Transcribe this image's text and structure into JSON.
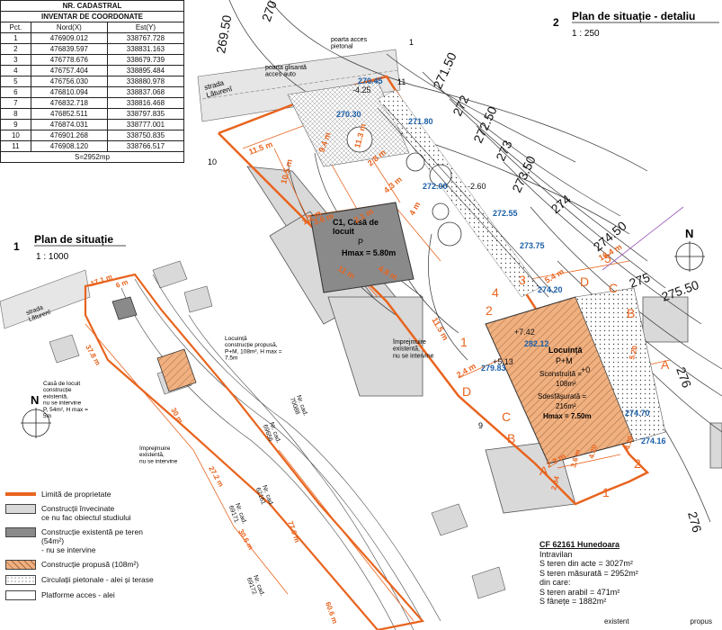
{
  "table": {
    "title1": "NR. CADASTRAL",
    "title2": "INVENTAR DE COORDONATE",
    "headers": [
      "Pct.",
      "Nord(X)",
      "Est(Y)"
    ],
    "rows": [
      [
        "1",
        "476909.012",
        "338767.728"
      ],
      [
        "2",
        "476839.597",
        "338831.163"
      ],
      [
        "3",
        "476778.676",
        "338679.739"
      ],
      [
        "4",
        "476757.404",
        "338895.484"
      ],
      [
        "5",
        "476756.030",
        "338880.978"
      ],
      [
        "6",
        "476810.094",
        "338837.068"
      ],
      [
        "7",
        "476832.718",
        "338816.468"
      ],
      [
        "8",
        "476852.511",
        "338797.835"
      ],
      [
        "9",
        "476874.031",
        "338777.001"
      ],
      [
        "10",
        "476901.268",
        "338750.835"
      ],
      [
        "11",
        "476908.120",
        "338766.517"
      ]
    ],
    "area": "S=2952mp"
  },
  "detail_title": {
    "num": "2",
    "title": "Plan de situație - detaliu",
    "scale": "1 : 250"
  },
  "overview_title": {
    "num": "1",
    "title": "Plan de situație",
    "scale": "1 : 1000"
  },
  "north_label": "N",
  "detail": {
    "street": "strada\nLăturenî",
    "gate_pedestrian": "poarta acces\npietonal",
    "gate_auto": "poarta glisantă\nacces auto",
    "house_existing": {
      "title": "C1, Casă de\nlocuit",
      "floors": "P",
      "hmax": "Hmax = 5.80m"
    },
    "house_new": {
      "title": "Locuință",
      "floors": "P+M",
      "sc": "Sconstruită =",
      "sc_val": "108m²",
      "sd": "Sdesfășurată =",
      "sd_val": "216m²",
      "hmax": "Hmax = 7.50m"
    },
    "fence_note": "împrejmuire\nexistentă,\nnu se intervine",
    "contours": [
      "270",
      "269.50",
      "271.50",
      "272",
      "272.50",
      "273",
      "273.50",
      "274",
      "274.50",
      "275",
      "275.50",
      "276",
      "276"
    ],
    "blue_levels": [
      "270.45",
      "270.30",
      "271.80",
      "272.00",
      "272.55",
      "273.75",
      "274.20",
      "282.12",
      "279.83",
      "274.70",
      "274.16"
    ],
    "black_levels": [
      "-4.25",
      "-2.60",
      "+7.42",
      "+5.13",
      "+0"
    ],
    "dims": [
      "11.5 m",
      "10.5 m",
      "9.4 m",
      "11.3 m",
      "2.8 m",
      "4.3 m",
      "3.6 m",
      "1.2 m",
      "2.1 m",
      "4 m",
      "11 m",
      "4.8 m",
      "11.5 m",
      "2.4 m",
      "5.4 m",
      "16.4 m",
      "2.3 m",
      "3.6 m",
      "4.20",
      "4.20",
      "5.20",
      "2.84"
    ],
    "points_orange": [
      "1",
      "2",
      "3",
      "4",
      "5",
      "1",
      "2",
      "A",
      "B",
      "C",
      "D",
      "A",
      "C",
      "D",
      "B"
    ],
    "point_9": "9",
    "point_10": "10",
    "point_11": "11",
    "point_1_top": "1"
  },
  "overview": {
    "street": "strada\nLăturenî",
    "new_house_note": "Locuință\nconstrucție propusă,\nP+M, 108m², H max =\n7.5m",
    "existing_house_note": "Casă de locuit\nconstrucție\nexistentă,\nnu se intervine\nP, 54m², H max =\n5m",
    "fence_note": "împrejmuire\nexistentă,\nnu se intervine",
    "cadastral": [
      "Nr. cad.\n70088",
      "Nr. cad.\n69656",
      "Nr. cad.\n62161",
      "Nr. cad.\n69171",
      "Nr. cad.\n69172"
    ],
    "dims": [
      "17.1 m",
      "37.8 m",
      "30 m",
      "27.2 m",
      "30.6 m",
      "77.9 m",
      "60.6 m",
      "6 m"
    ]
  },
  "legend": {
    "items": [
      {
        "label": "Limită de proprietate",
        "kind": "line",
        "color": "#e8641e"
      },
      {
        "label": "Construcții învecinate\nce nu fac obiectul studiului",
        "kind": "box",
        "color": "#d9d9d9"
      },
      {
        "label": "Construcție existentă pe teren\n(54m²)\n- nu se intervine",
        "kind": "box",
        "color": "#8a8a8a"
      },
      {
        "label": "Construcție propusă (108m²)",
        "kind": "box",
        "color": "#f0b080"
      },
      {
        "label": "Circulații pietonale - alei și terase",
        "kind": "dots",
        "color": "#ffffff"
      },
      {
        "label": "Platforme acces - alei",
        "kind": "box",
        "color": "#ffffff"
      }
    ]
  },
  "cf": {
    "title": "CF 62161 Hunedoara",
    "lines": [
      "Intravilan",
      "S teren din acte = 3027m²",
      "S teren măsurată = 2952m²",
      "din care:",
      "S teren arabil = 471m²",
      "S fânețe = 1882m²"
    ],
    "foot_left": "existent",
    "foot_right": "propus"
  },
  "colors": {
    "property": "#e8641e",
    "blue": "#1a5fa8",
    "orange_text": "#e8641e",
    "proposed": "#f0b080",
    "existing": "#8a8a8a",
    "neighbor": "#d9d9d9"
  }
}
